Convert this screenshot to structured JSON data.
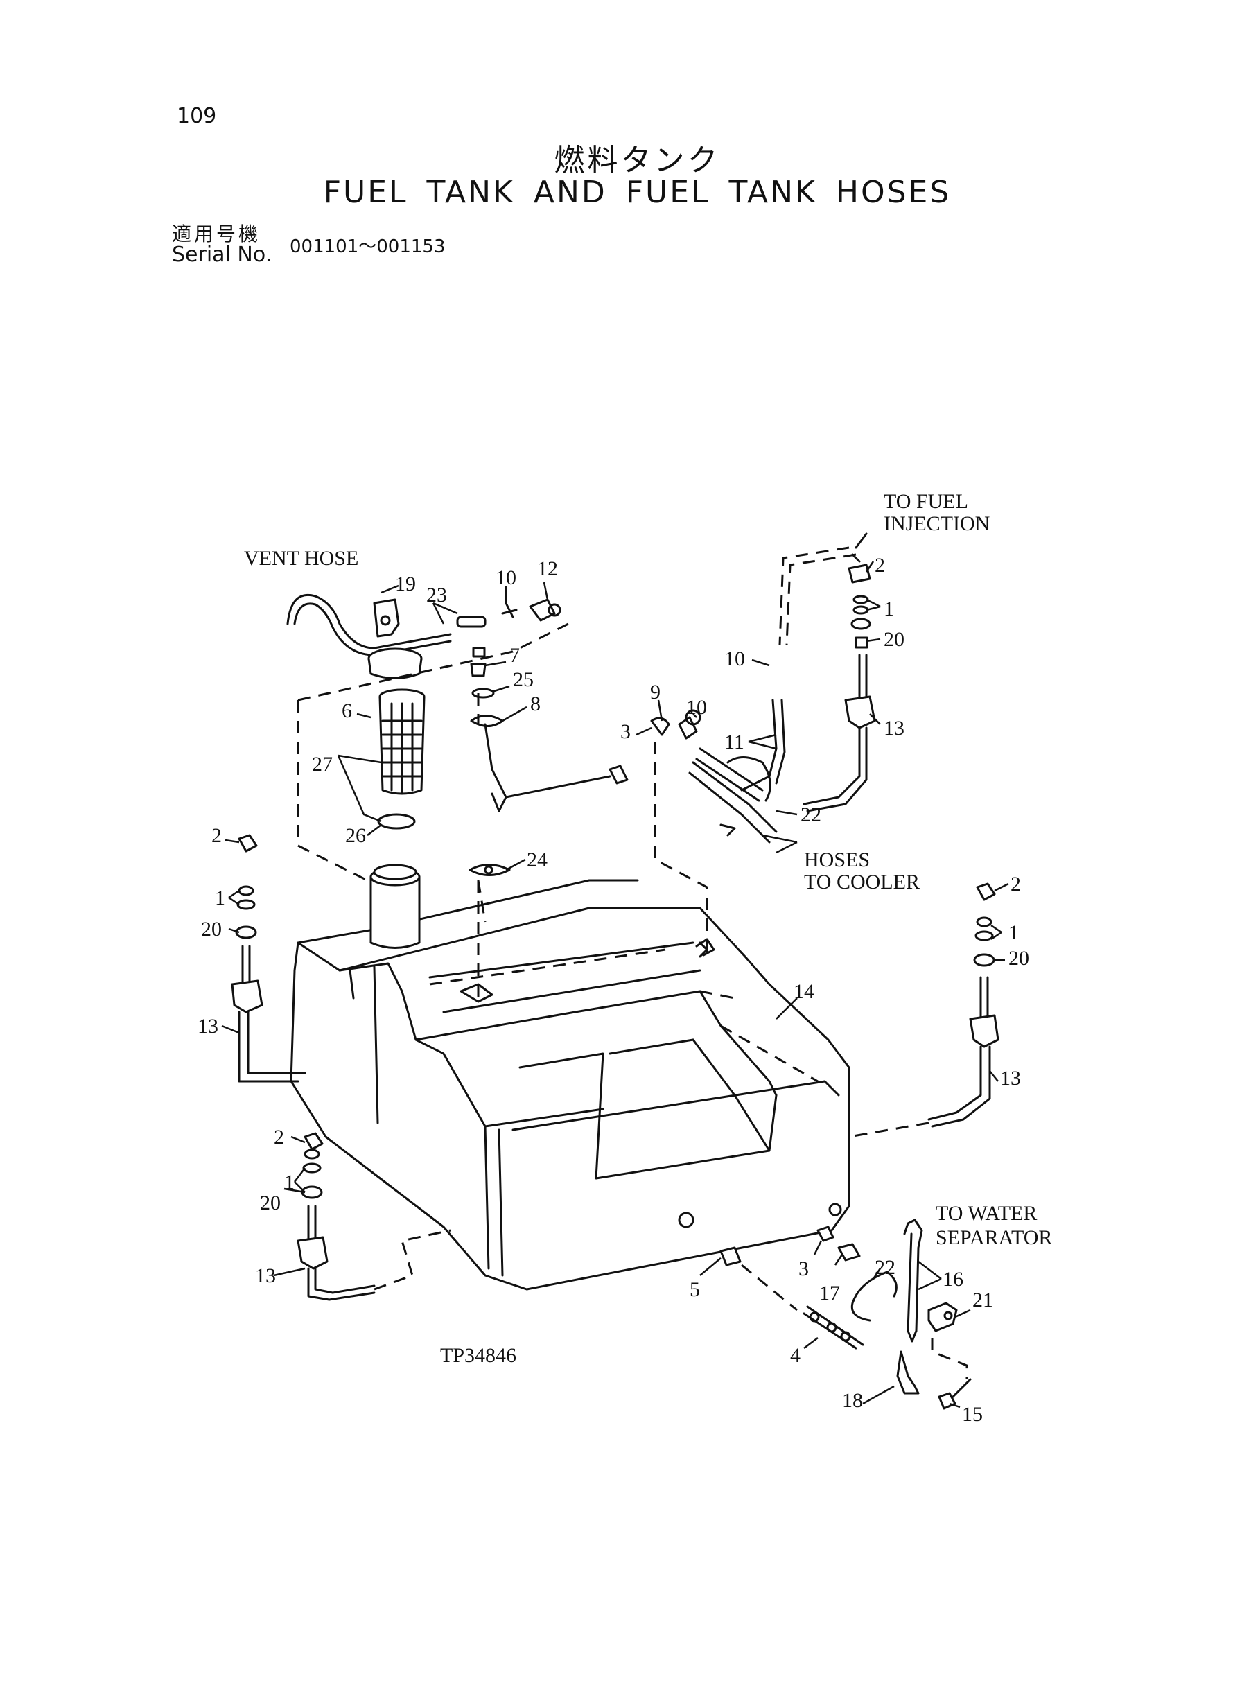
{
  "header": {
    "page_number": "109",
    "title_jp": "燃料タンク",
    "title_en": "FUEL TANK AND FUEL TANK HOSES",
    "serial_label_jp": "適用号機",
    "serial_label_en": "Serial No.",
    "serial_range": "001101～001153"
  },
  "diagram": {
    "drawing_number": "TP34846",
    "annotations": {
      "vent_hose": "VENT HOSE",
      "to_fuel_1": "TO FUEL",
      "to_fuel_2": "INJECTION",
      "hoses_1": "HOSES",
      "hoses_2": "TO COOLER",
      "water_1": "TO WATER",
      "water_2": "SEPARATOR"
    },
    "callouts": {
      "p19": "19",
      "p23": "23",
      "p10a": "10",
      "p12": "12",
      "p7": "7",
      "p25": "25",
      "p6": "6",
      "p8": "8",
      "p27": "27",
      "p26": "26",
      "p24": "24",
      "p9": "9",
      "p10b": "10",
      "p3a": "3",
      "p10c": "10",
      "p11": "11",
      "p22a": "22",
      "p2a": "2",
      "p1a": "1",
      "p20a": "20",
      "p13a": "13",
      "p2b": "2",
      "p1b": "1",
      "p20b": "20",
      "p13b": "13",
      "p2c": "2",
      "p1c": "1",
      "p20c": "20",
      "p13c": "13",
      "p2d": "2",
      "p1d": "1",
      "p20d": "20",
      "p13d": "13",
      "p14": "14",
      "p3b": "3",
      "p5": "5",
      "p17": "17",
      "p22b": "22",
      "p16": "16",
      "p21": "21",
      "p4": "4",
      "p18": "18",
      "p15": "15"
    }
  }
}
